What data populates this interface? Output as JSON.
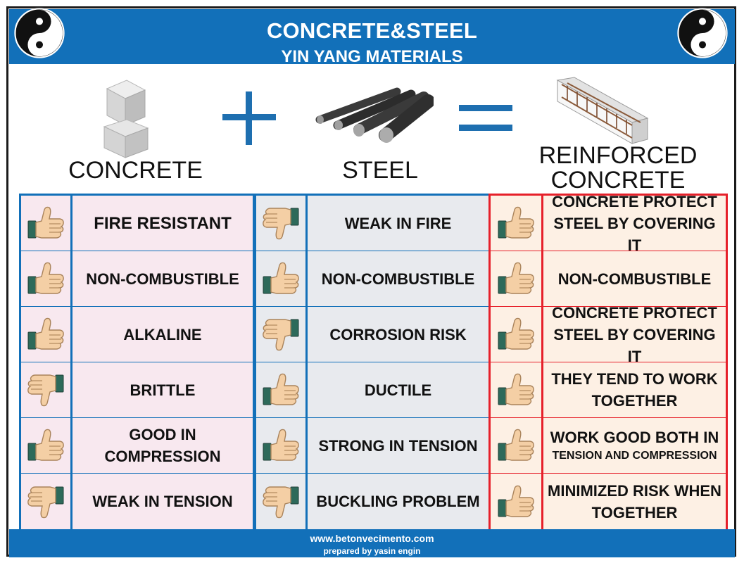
{
  "header": {
    "title_line1": "CONCRETE&STEEL",
    "title_line2": "YIN YANG MATERIALS"
  },
  "equation": {
    "concrete_label": "CONCRETE",
    "steel_label": "STEEL",
    "reinforced_label_line1": "REINFORCED",
    "reinforced_label_line2": "CONCRETE"
  },
  "colors": {
    "header_blue": "#1270b9",
    "concrete_bg": "#f8e8ef",
    "steel_bg": "#e8eaee",
    "reinforced_bg": "#fdf0e4",
    "blue_border": "#1270b9",
    "red_border": "#e6202a"
  },
  "table": {
    "concrete": [
      {
        "icon": "thumbs-up-icon",
        "text": "FIRE RESISTANT"
      },
      {
        "icon": "thumbs-up-icon",
        "text": "NON-COMBUSTIBLE"
      },
      {
        "icon": "thumbs-up-icon",
        "text": "ALKALINE"
      },
      {
        "icon": "thumbs-down-icon",
        "text": "BRITTLE"
      },
      {
        "icon": "thumbs-up-icon",
        "text": "GOOD IN COMPRESSION"
      },
      {
        "icon": "thumbs-down-icon",
        "text": "WEAK IN TENSION"
      }
    ],
    "steel": [
      {
        "icon": "thumbs-down-icon",
        "text": "WEAK IN FIRE"
      },
      {
        "icon": "thumbs-up-icon",
        "text": "NON-COMBUSTIBLE"
      },
      {
        "icon": "thumbs-down-icon",
        "text": "CORROSION RISK"
      },
      {
        "icon": "thumbs-up-icon",
        "text": "DUCTILE"
      },
      {
        "icon": "thumbs-up-icon",
        "text": "STRONG IN TENSION"
      },
      {
        "icon": "thumbs-down-icon",
        "text": "BUCKLING PROBLEM"
      }
    ],
    "reinforced": [
      {
        "icon": "thumbs-up-icon",
        "text": "CONCRETE PROTECT STEEL BY COVERING IT"
      },
      {
        "icon": "thumbs-up-icon",
        "text": "NON-COMBUSTIBLE"
      },
      {
        "icon": "thumbs-up-icon",
        "text": "CONCRETE PROTECT STEEL BY COVERING IT"
      },
      {
        "icon": "thumbs-up-icon",
        "text": "THEY TEND TO WORK TOGETHER"
      },
      {
        "icon": "thumbs-up-icon",
        "text": "WORK GOOD BOTH IN",
        "text2": "TENSION AND COMPRESSION"
      },
      {
        "icon": "thumbs-up-icon",
        "text": "MINIMIZED RISK WHEN TOGETHER"
      }
    ]
  },
  "footer": {
    "website": "www.betonvecimento.com",
    "credit": "prepared by yasin engin"
  }
}
